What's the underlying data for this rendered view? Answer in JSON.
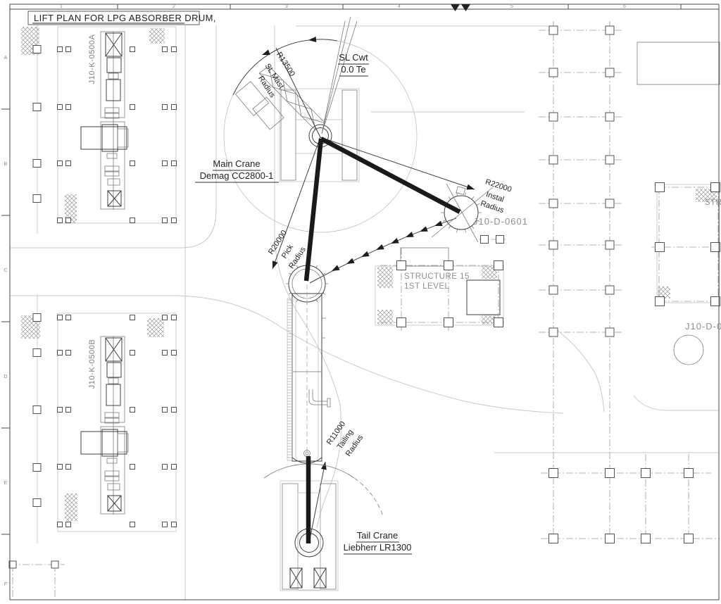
{
  "title": "LIFT PLAN FOR LPG ABSORBER DRUM,",
  "border": {
    "columns": [
      "1",
      "2",
      "3",
      "4",
      "5",
      "6"
    ],
    "rows": [
      "A",
      "B",
      "C",
      "D",
      "E",
      "F"
    ]
  },
  "main_crane": {
    "line1": "Main Crane",
    "line2": "Demag CC2800-1"
  },
  "tail_crane": {
    "line1": "Tail Crane",
    "line2": "Liebherr LR1300"
  },
  "counterweight": {
    "line1": "SL Cwt",
    "line2": "0.0 Te"
  },
  "radius_labels": {
    "sl_mast": [
      "R13500",
      "SL Mast",
      "Radius"
    ],
    "pick": [
      "R20000",
      "Pick",
      "Radius"
    ],
    "install": [
      "R22000",
      "Instal",
      "Radius"
    ],
    "tailing": [
      "R11000",
      "Tailing",
      "Radius"
    ]
  },
  "equipment": {
    "absorber_install_tag": "J10-D-0601",
    "column_a": "J10-K-0500A",
    "column_b": "J10-K-0500B",
    "right_vessel_tag": "J10-D-0",
    "right_structure_tag": "STR"
  },
  "structure15": {
    "line1": "STRUCTURE 15",
    "line2": "1ST LEVEL"
  },
  "colors": {
    "boom": "#1a1a1a",
    "line_dark": "#3f3f3f",
    "line_mid": "#7a7a7a",
    "line_light": "#b9b9b9",
    "road": "#c9c9c9",
    "dash": "#9a9a9a",
    "text_dark": "#1f1f1f",
    "text_gray": "#8f8f8f"
  }
}
